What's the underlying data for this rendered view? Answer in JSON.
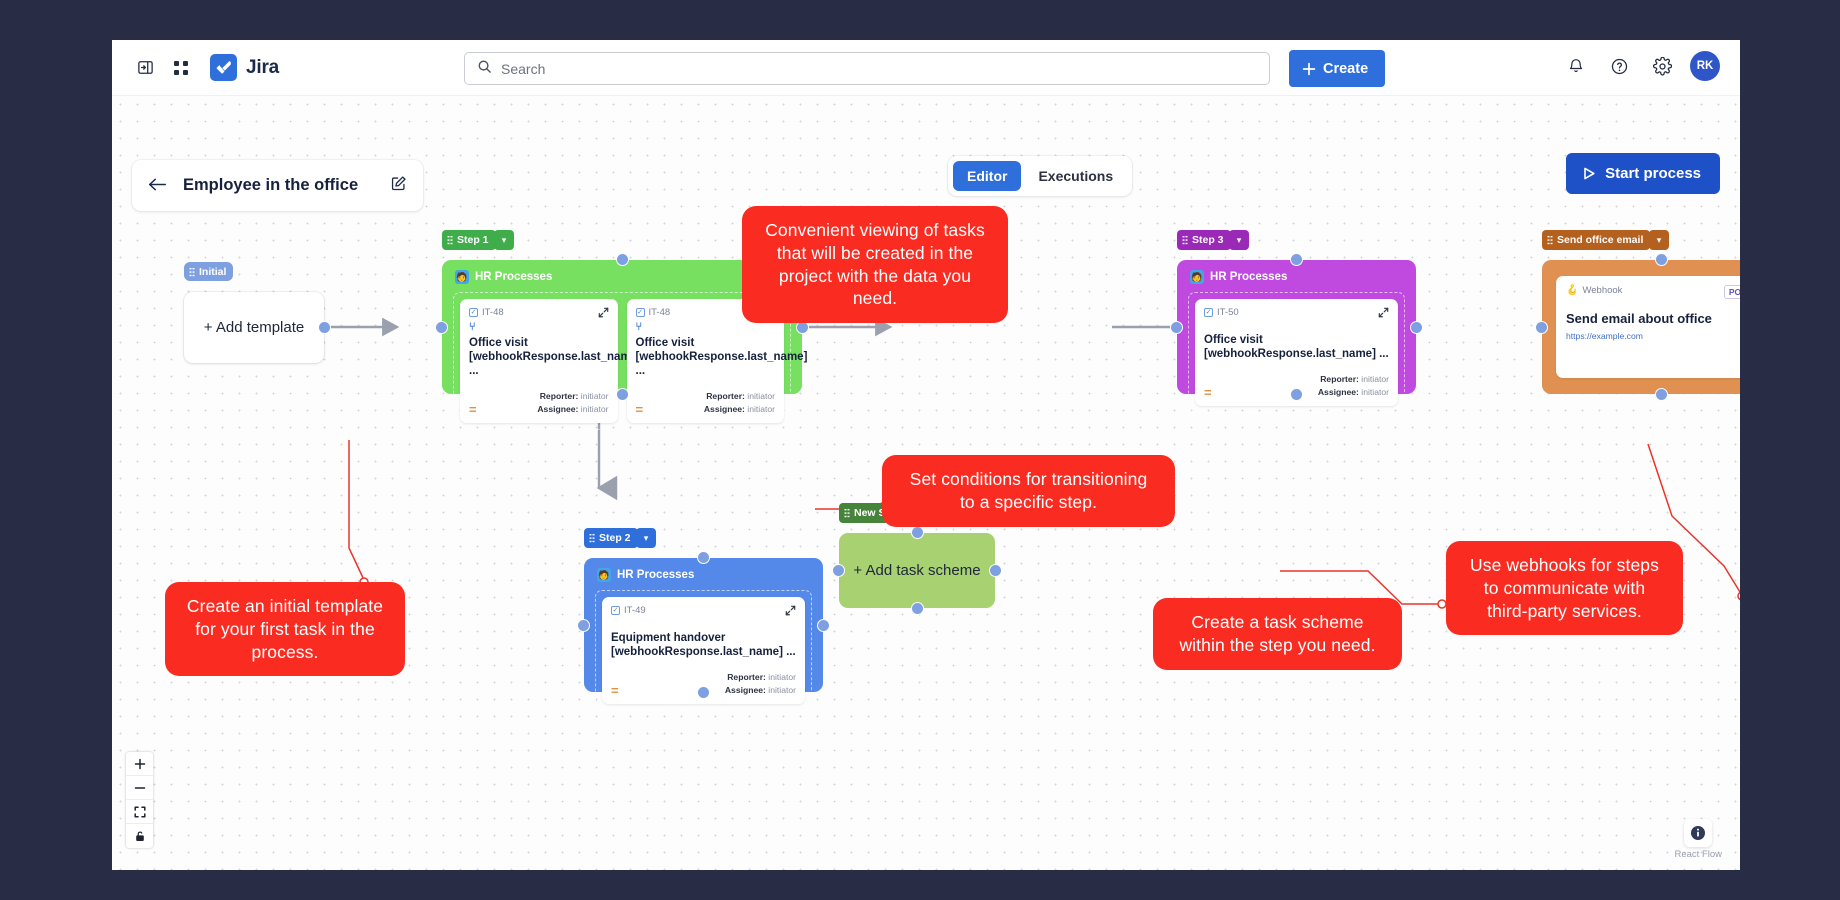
{
  "topnav": {
    "sidebar_toggle_icon": "panel-expand-icon",
    "apps_icon": "app-grid-icon",
    "brand": "Jira",
    "brand_icon": "jira-logo-icon",
    "search": {
      "placeholder": "Search",
      "value": "",
      "icon": "search-icon"
    },
    "create_label": "Create",
    "notifications_icon": "bell-icon",
    "help_icon": "question-circle-icon",
    "settings_icon": "gear-icon",
    "avatar_initials": "RK"
  },
  "header": {
    "back_icon": "arrow-left-icon",
    "title": "Employee in the office",
    "edit_icon": "pencil-square-icon",
    "tabs": [
      {
        "label": "Editor",
        "active": true
      },
      {
        "label": "Executions",
        "active": false
      }
    ],
    "start_process_label": "Start process",
    "start_process_icon": "play-icon"
  },
  "nodes": {
    "initial": {
      "tag": "Initial",
      "placeholder": "+ Add template"
    },
    "step1": {
      "tag": "Step 1",
      "project": "HR Processes",
      "project_icon": "hr-processes-avatar-icon",
      "cards": [
        {
          "key": "IT-48",
          "type_icon": "task-check-icon",
          "epic_icon": "epic-link-icon",
          "title": "Office visit [webhookResponse.last_name] ...",
          "priority_icon": "priority-medium-icon",
          "reporter_label": "Reporter:",
          "reporter": "initiator",
          "assignee_label": "Assignee:",
          "assignee": "initiator",
          "expand_icon": "expand-icon"
        },
        {
          "key": "IT-48",
          "type_icon": "task-check-icon",
          "epic_icon": "epic-link-icon",
          "title": "Office visit [webhookResponse.last_name] ...",
          "priority_icon": "priority-medium-icon",
          "reporter_label": "Reporter:",
          "reporter": "initiator",
          "assignee_label": "Assignee:",
          "assignee": "initiator",
          "expand_icon": "expand-icon"
        }
      ]
    },
    "step3": {
      "tag": "Step 3",
      "project": "HR Processes",
      "project_icon": "hr-processes-avatar-icon",
      "cards": [
        {
          "key": "IT-50",
          "type_icon": "task-check-icon",
          "title": "Office visit [webhookResponse.last_name] ...",
          "priority_icon": "priority-medium-icon",
          "reporter_label": "Reporter:",
          "reporter": "initiator",
          "assignee_label": "Assignee:",
          "assignee": "initiator",
          "expand_icon": "expand-icon"
        }
      ]
    },
    "webhook": {
      "tag": "Send office email",
      "source": "Webhook",
      "source_icon": "webhook-icon",
      "method": "POST",
      "title": "Send email about office",
      "url": "https://example.com"
    },
    "step2": {
      "tag": "Step 2",
      "project": "HR Processes",
      "project_icon": "hr-processes-avatar-icon",
      "cards": [
        {
          "key": "IT-49",
          "type_icon": "task-check-icon",
          "title": "Equipment handover [webhookResponse.last_name] ...",
          "priority_icon": "priority-medium-icon",
          "reporter_label": "Reporter:",
          "reporter": "initiator",
          "assignee_label": "Assignee:",
          "assignee": "initiator",
          "expand_icon": "expand-icon"
        }
      ]
    },
    "new_step": {
      "tag": "New Step",
      "placeholder": "+ Add task scheme"
    }
  },
  "callouts": {
    "tasks_view": "Convenient viewing of tasks that will be created in the project with the data you need.",
    "initial_template": "Create an initial template for your first task in the process.",
    "conditions": "Set conditions for transitioning to a specific step.",
    "task_scheme": "Create a task scheme within the step you need.",
    "webhooks": "Use webhooks for steps to communicate with third-party services."
  },
  "controls": {
    "zoom_in_icon": "plus-icon",
    "zoom_out_icon": "minus-icon",
    "fit_view_icon": "fit-view-icon",
    "lock_icon": "lock-icon",
    "attribution": "React Flow",
    "info_icon": "info-icon"
  },
  "colors": {
    "accent_blue": "#2f6fdc",
    "callout_red": "#fa2b21",
    "step1_green": "#77e061",
    "step3_purple": "#c04ae0",
    "step2_blue": "#5489ea",
    "webhook_orange": "#e09152",
    "scheme_green": "#a8d171"
  }
}
